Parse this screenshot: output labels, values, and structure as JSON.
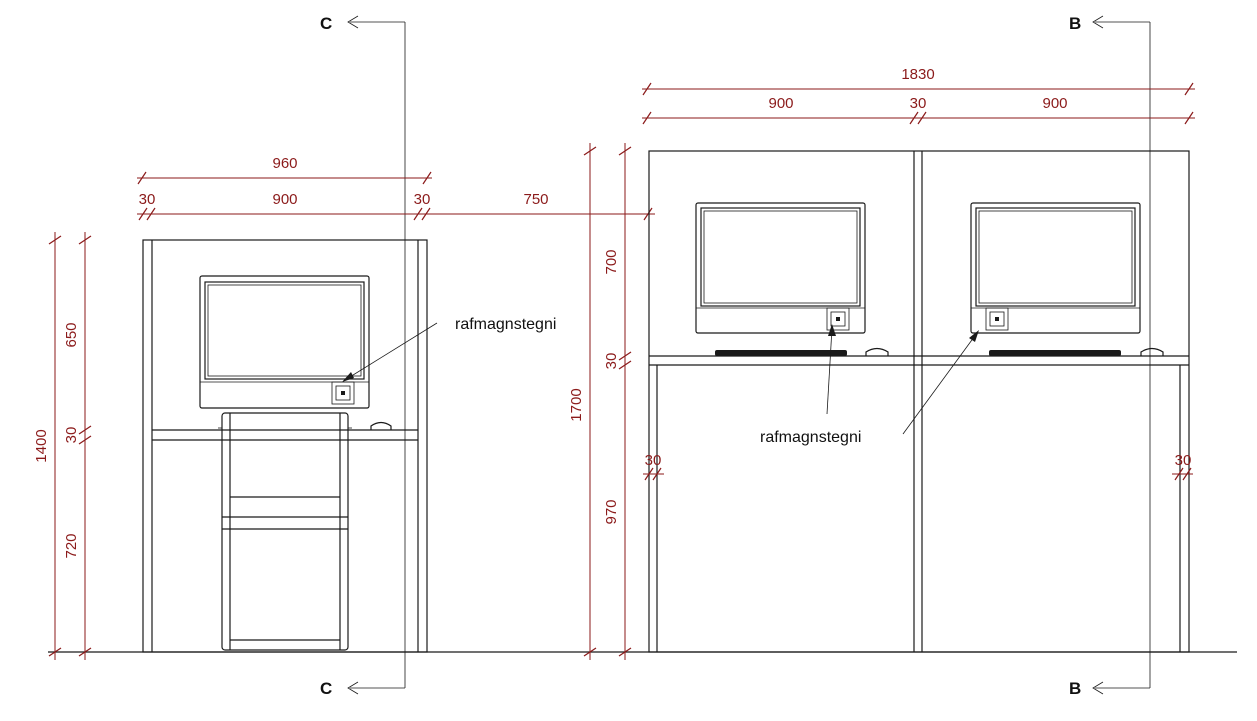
{
  "colors": {
    "dimension": "#8b1a1a",
    "linework": "#1a1a1a",
    "background": "#ffffff"
  },
  "section_markers": {
    "left": "C",
    "right": "B"
  },
  "left_view": {
    "dims_horizontal": {
      "overall": "960",
      "post_left": "30",
      "bay": "900",
      "post_right": "30",
      "offset": "750"
    },
    "dims_vertical": {
      "total": "1400",
      "upper": "650",
      "shelf": "30",
      "lower": "720"
    },
    "annotation": "rafmagnstegni"
  },
  "right_view": {
    "dims_horizontal": {
      "overall": "1830",
      "bay_left": "900",
      "post_mid": "30",
      "bay_right": "900"
    },
    "dims_vertical": {
      "total": "1700",
      "upper": "700",
      "shelf": "30",
      "lower": "970",
      "post_left": "30",
      "post_right": "30"
    },
    "annotation": "rafmagnstegni"
  }
}
